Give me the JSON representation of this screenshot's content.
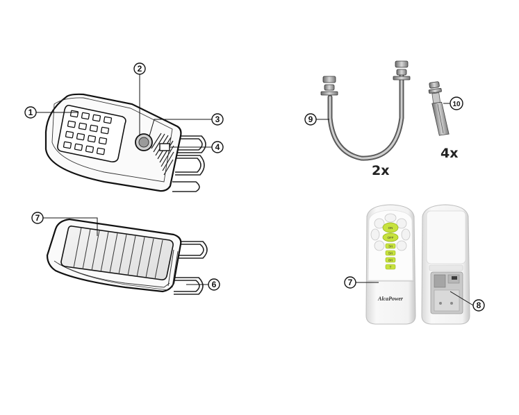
{
  "callouts": {
    "c1": "1",
    "c2": "2",
    "c3": "3",
    "c4": "4",
    "c6": "6",
    "c7a": "7",
    "c7b": "7",
    "c8": "8",
    "c9": "9",
    "c10": "10"
  },
  "quantities": {
    "ubolt": "2x",
    "anchor": "4x"
  },
  "remote": {
    "buttons": [
      "ON",
      "OFF",
      "3H",
      "5H",
      "8H",
      "T"
    ],
    "brand": "AlcaPower"
  }
}
